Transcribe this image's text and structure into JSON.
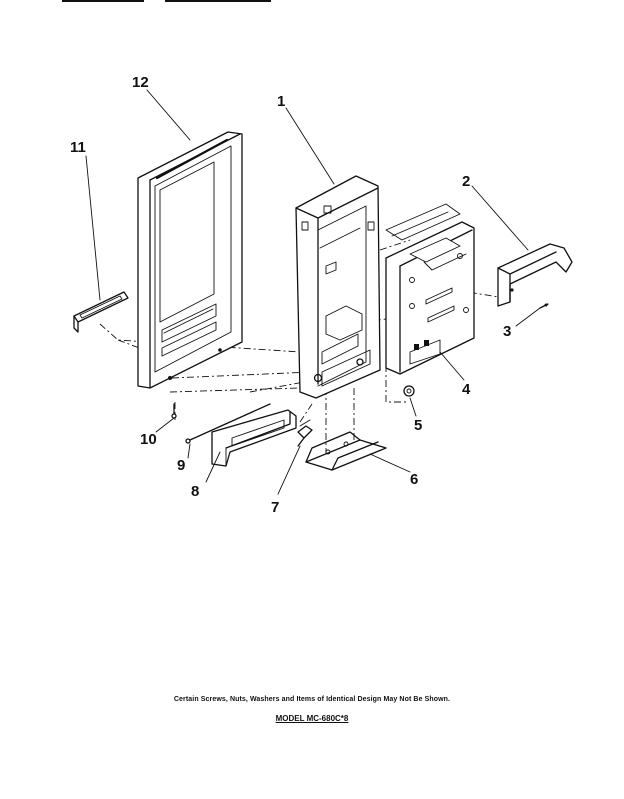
{
  "callouts": [
    "1",
    "2",
    "3",
    "4",
    "5",
    "6",
    "7",
    "8",
    "9",
    "10",
    "11",
    "12"
  ],
  "footer": {
    "note": "Certain Screws, Nuts, Washers and Items of Identical Design May Not Be Shown.",
    "model": "MODEL MC-680C*8"
  }
}
